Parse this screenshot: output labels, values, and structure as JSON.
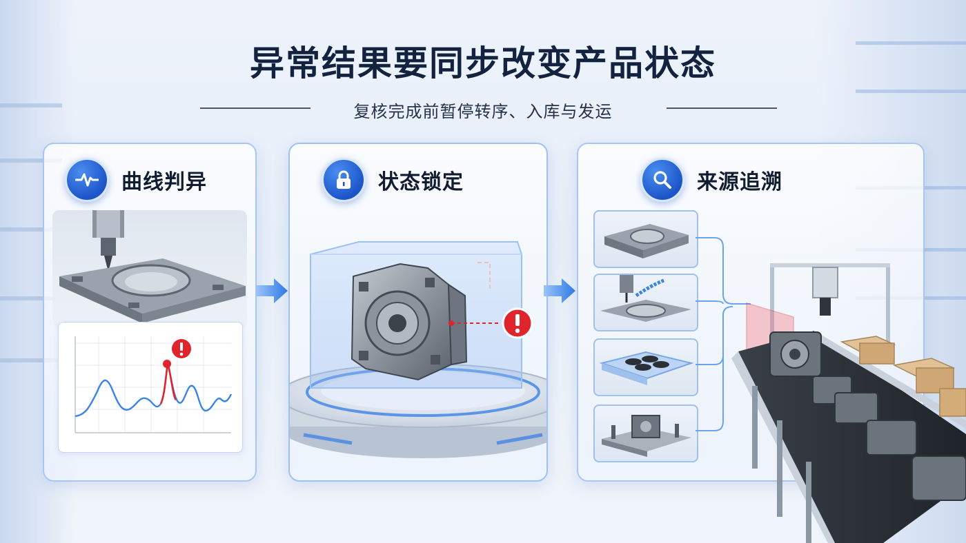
{
  "header": {
    "title": "异常结果要同步改变产品状态",
    "subtitle": "复核完成前暂停转序、入库与发运"
  },
  "panels": [
    {
      "label": "曲线判异",
      "icon": "waveform-icon"
    },
    {
      "label": "状态锁定",
      "icon": "lock-icon"
    },
    {
      "label": "来源追溯",
      "icon": "search-icon"
    }
  ],
  "colors": {
    "accent": "#1d55c9",
    "alert": "#e0242b",
    "curve": "#3b82e6",
    "title": "#13233f"
  }
}
